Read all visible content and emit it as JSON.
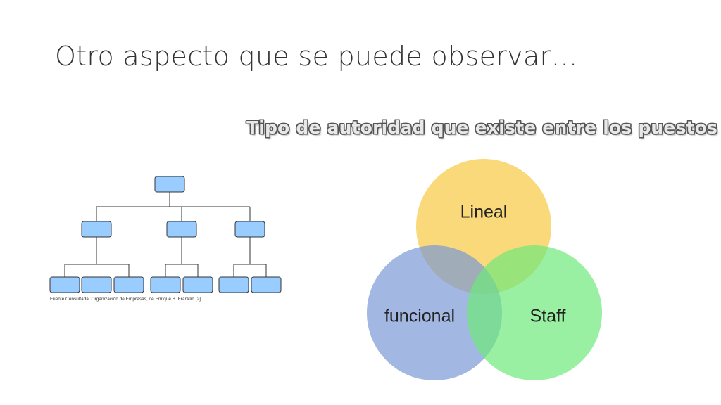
{
  "slide": {
    "title": "Otro aspecto que se puede observar…",
    "subtitle": "Tipo de autoridad que existe entre los puestos"
  },
  "org_chart": {
    "caption": "Fuente Consultada: Organización de Empresas, de Enrique B. Franklin [2]",
    "box_color": "#99ccff",
    "line_color": "#333333"
  },
  "venn": {
    "circles": [
      {
        "label": "Lineal",
        "color": "#f9cf5a"
      },
      {
        "label": "funcional",
        "color": "#7b98d4"
      },
      {
        "label": "Staff",
        "color": "#6ee87a"
      }
    ]
  }
}
